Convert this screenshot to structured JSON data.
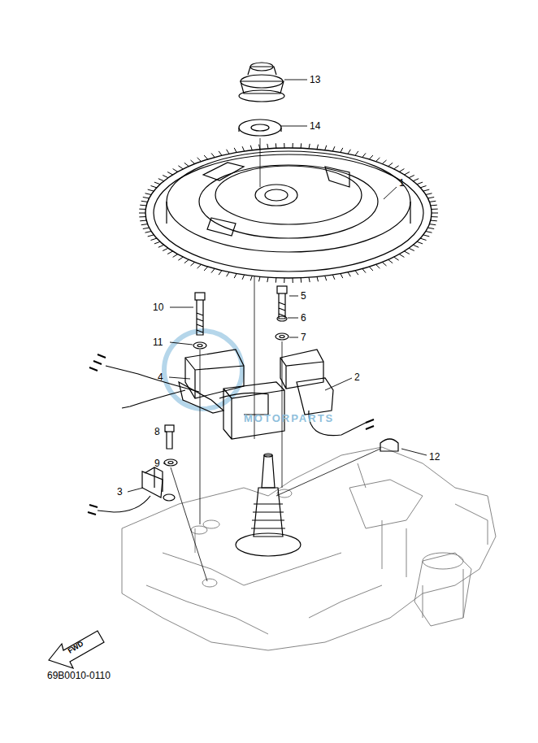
{
  "diagram": {
    "labels": [
      "13",
      "14",
      "1",
      "10",
      "5",
      "6",
      "7",
      "11",
      "4",
      "2",
      "8",
      "9",
      "3",
      "12",
      "FWD",
      "69B0010-0110",
      "MOTORPARTS"
    ]
  }
}
